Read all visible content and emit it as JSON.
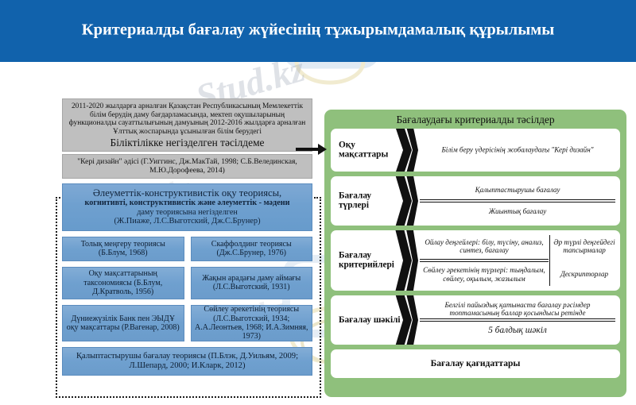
{
  "header": {
    "title": "Критериалды бағалау жүйесінің тұжырымдамалық құрылымы",
    "bg_color": "#1162AC",
    "text_color": "#ffffff"
  },
  "watermark": {
    "text": "Stud.kz"
  },
  "left_column": {
    "policy_box": {
      "body": "2011-2020 жылдарға арналған Қазақстан Республикасының Мемлекеттік білім берудің даму бағдарламасында, мектеп оқушыларының функционалды сауаттылығының дамуының 2012-2016 жылдарға арналған Ұлттық жоспарында ұсынылған білім берудегі",
      "highlight": "Біліктілікке негізделген тәсілдеме",
      "bg_color": "#BFBFBF"
    },
    "backward_design_box": {
      "text": "\"Кері дизайн\" әдісі (Г.Уиггинс, Дж.МакТай, 1998; С.Б.Велединская, М.Ю.Дорофеева, 2014)",
      "bg_color": "#BFBFBF"
    },
    "theory_box": {
      "line1": "Әлеуметтік-конструктивистік оқу теориясы,",
      "line2": "когнитивті, конструктивистік және әлеуметтік - мәдени",
      "line3": "даму теориясына негізделген",
      "line4": "(Ж.Пиаже, Л.С.Выготский, Дж.С.Брунер)",
      "bg_color": "#6FA0CF"
    },
    "theory_items": [
      {
        "text": "Толық меңгеру теориясы (Б.Блум, 1968)"
      },
      {
        "text": "Скаффолдинг теориясы (Дж.С.Брунер, 1976)"
      },
      {
        "text": "Оқу мақсаттарының таксономиясы (Б.Блум, Д.Кратволь, 1956)"
      },
      {
        "text": "Жақын арадағы даму аймағы (Л.С.Выготский, 1931)"
      },
      {
        "text": "Дүниежүзілік Банк пен ЭЫДҰ оқу мақсаттары (Р.Вагенар, 2008)"
      },
      {
        "text": "Сөйлеу әрекетінің теориясы (Л.С.Выготский, 1934; А.А.Леонтьев, 1968; И.А.Зимняя, 1973)"
      }
    ],
    "formative_box": {
      "text": "Қалыптастырушы бағалау теориясы (П.Блэк, Д.Уильям, 2009; Л.Шепард, 2000; И.Кларк, 2012)"
    }
  },
  "right_panel": {
    "title": "Бағалаудағы критериалды тәсілдер",
    "bg_color": "#8FC07C",
    "rows": [
      {
        "label": "Оқу мақсаттары",
        "single": "Білім беру үдерісінің жобалаудағы \"Кері дизайн\""
      },
      {
        "label": "Бағалау түрлері",
        "top": "Қалыптастырушы бағалау",
        "bottom": "Жиынтық бағалау"
      },
      {
        "label": "Бағалау критерийлері",
        "top": "Ойлау деңгейлері: білу, түсіну, анализ, синтез, бағалау",
        "bottom": "Сөйлеу әрекетінің түрлері: тыңдалым, сөйлеу, оқылым, жазылым",
        "side_top": "Әр түрлі деңгейдегі тапсырмалар",
        "side_bottom": "Дескрипторлар"
      },
      {
        "label": "Бағалау шәкілі",
        "top": "Белгілі пайыздық қатынаста бағалау рәсімдер топтамасының баллар қосындысы ретінде",
        "bottom": "5 балдық шәкіл"
      }
    ],
    "footer": "Бағалау қағидаттары"
  }
}
